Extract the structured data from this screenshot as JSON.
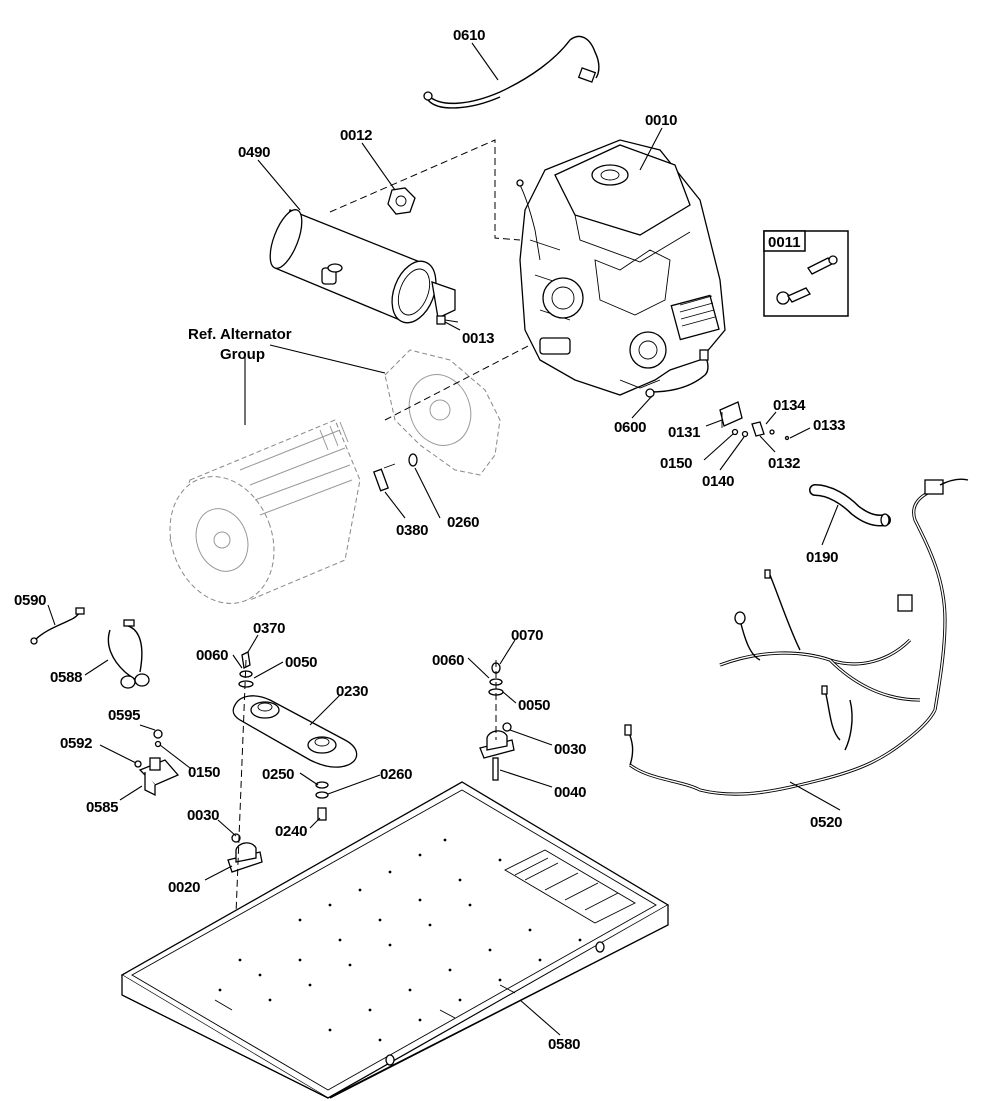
{
  "diagram": {
    "callouts": [
      {
        "id": "c0610",
        "text": "0610"
      },
      {
        "id": "c0010",
        "text": "0010"
      },
      {
        "id": "c0012",
        "text": "0012"
      },
      {
        "id": "c0490",
        "text": "0490"
      },
      {
        "id": "c0013",
        "text": "0013"
      },
      {
        "id": "c0600",
        "text": "0600"
      },
      {
        "id": "c0131",
        "text": "0131"
      },
      {
        "id": "c0134",
        "text": "0134"
      },
      {
        "id": "c0133",
        "text": "0133"
      },
      {
        "id": "c0150a",
        "text": "0150"
      },
      {
        "id": "c0132",
        "text": "0132"
      },
      {
        "id": "c0140",
        "text": "0140"
      },
      {
        "id": "c0380",
        "text": "0380"
      },
      {
        "id": "c0260a",
        "text": "0260"
      },
      {
        "id": "c0190",
        "text": "0190"
      },
      {
        "id": "c0590",
        "text": "0590"
      },
      {
        "id": "c0588",
        "text": "0588"
      },
      {
        "id": "c0370",
        "text": "0370"
      },
      {
        "id": "c0060a",
        "text": "0060"
      },
      {
        "id": "c0050a",
        "text": "0050"
      },
      {
        "id": "c0230",
        "text": "0230"
      },
      {
        "id": "c0070",
        "text": "0070"
      },
      {
        "id": "c0060b",
        "text": "0060"
      },
      {
        "id": "c0050b",
        "text": "0050"
      },
      {
        "id": "c0595",
        "text": "0595"
      },
      {
        "id": "c0592",
        "text": "0592"
      },
      {
        "id": "c0150b",
        "text": "0150"
      },
      {
        "id": "c0585",
        "text": "0585"
      },
      {
        "id": "c0250",
        "text": "0250"
      },
      {
        "id": "c0260b",
        "text": "0260"
      },
      {
        "id": "c0240",
        "text": "0240"
      },
      {
        "id": "c0030a",
        "text": "0030"
      },
      {
        "id": "c0020",
        "text": "0020"
      },
      {
        "id": "c0030b",
        "text": "0030"
      },
      {
        "id": "c0040",
        "text": "0040"
      },
      {
        "id": "c0520",
        "text": "0520"
      },
      {
        "id": "c0580",
        "text": "0580"
      }
    ],
    "ref_label_line1": "Ref. Alternator",
    "ref_label_line2": "Group",
    "kit_box_label": "0011"
  }
}
